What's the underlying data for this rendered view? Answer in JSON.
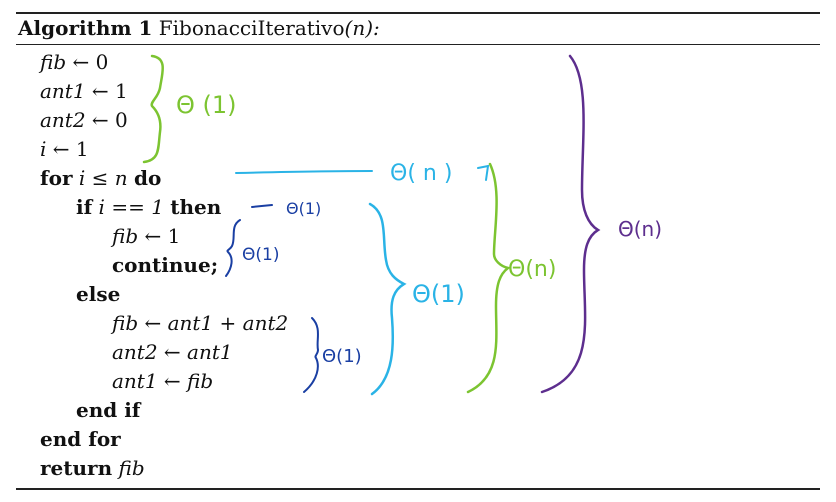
{
  "header": {
    "label": "Algorithm 1",
    "func_name": "FibonacciIterativo",
    "param": "(n):"
  },
  "lines": [
    {
      "var": "fib",
      "op": " ← 0"
    },
    {
      "var": "ant1",
      "op": " ← 1"
    },
    {
      "var": "ant2",
      "op": " ← 0"
    },
    {
      "var": "i",
      "op": " ← 1"
    }
  ],
  "loop": {
    "kw_for": "for",
    "cond": " i ≤ n ",
    "kw_do": "do"
  },
  "if_line": {
    "kw_if": "if",
    "cond": " i == 1 ",
    "kw_then": "then"
  },
  "if_body": [
    {
      "var": "fib",
      "op": " ← 1"
    },
    {
      "kw": "continue;"
    }
  ],
  "else_kw": "else",
  "else_body": [
    {
      "var": "fib",
      "op": " ← ant1 + ant2"
    },
    {
      "var": "ant2",
      "op": " ← ant1"
    },
    {
      "var": "ant1",
      "op": " ← fib"
    }
  ],
  "end_if": "end if",
  "end_for": "end for",
  "ret": {
    "kw": "return",
    "var": " fib"
  },
  "annotations": {
    "init": "Θ (1)",
    "for_cost": "Θ( n )",
    "if_cost": "Θ(1)",
    "if_body_cost": "Θ(1)",
    "branch_cost": "Θ(1)",
    "else_cost": "Θ(1)",
    "loop_total": "Θ(n)",
    "total": "Θ(n)"
  },
  "colors": {
    "green": "#7cc431",
    "blue": "#1a3fa3",
    "cyan": "#2ab3e6",
    "purple": "#5d2e8e"
  }
}
